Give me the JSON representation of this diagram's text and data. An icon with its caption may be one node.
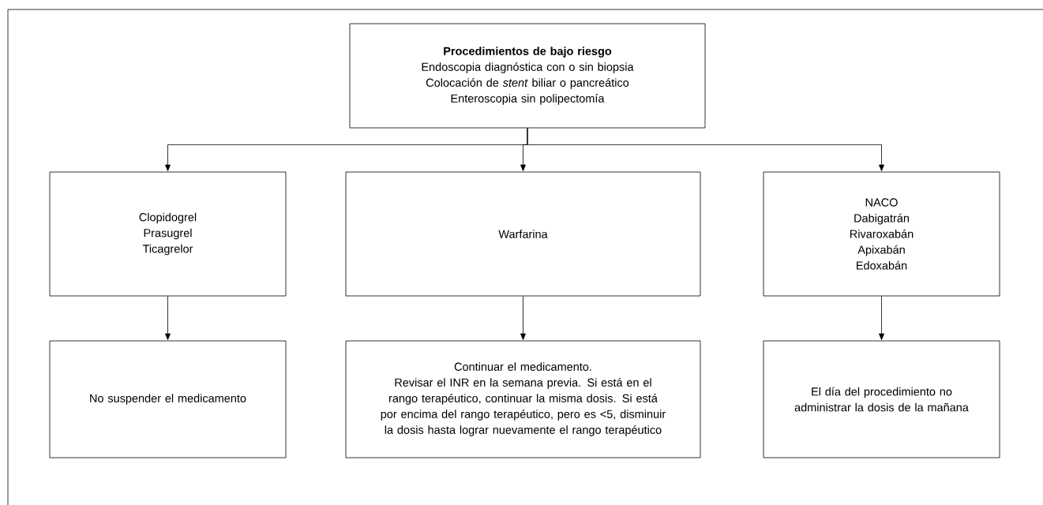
{
  "diagram": {
    "nodes": [
      {
        "text": [
          "Procedimientos de bajo riesgo",
          "Endoscopia diagnóstica con o sin biopsia",
          "Colocación de *stent* biliar o pancreático",
          "Enteroscopia sin polipectomía"
        ]
      },
      {
        "text": [
          "Clopidogrel",
          "Prasugrel",
          "Ticagrelor"
        ]
      },
      {
        "text": [
          "Warfarina"
        ]
      },
      {
        "text": [
          "NACO",
          "Dabigatrán",
          "Rivaroxabán",
          "Apixabán",
          "Edoxabán"
        ]
      },
      {
        "text": [
          "No suspender el medicamento"
        ]
      },
      {
        "text": [
          "Continuar el medicamento.",
          "Revisar el INR en la semana previa. Si está en el rango terapéutico, continuar la misma dosis. Si está por encima del rango terapéutico, pero es <5, disminuir la dosis hasta lograr nuevamente el rango terapéutico"
        ]
      },
      {
        "text": [
          "El día del procedimiento no administrar la dosis de la mañana"
        ]
      }
    ],
    "edges": [
      {
        "from": 0,
        "to": 1,
        "arrow": "to"
      },
      {
        "from": 0,
        "to": 2,
        "arrow": "to"
      },
      {
        "from": 0,
        "to": 3,
        "arrow": "to"
      },
      {
        "from": 1,
        "to": 4,
        "arrow": "to"
      },
      {
        "from": 2,
        "to": 5,
        "arrow": "to"
      },
      {
        "from": 3,
        "to": 6,
        "arrow": "to"
      }
    ]
  }
}
